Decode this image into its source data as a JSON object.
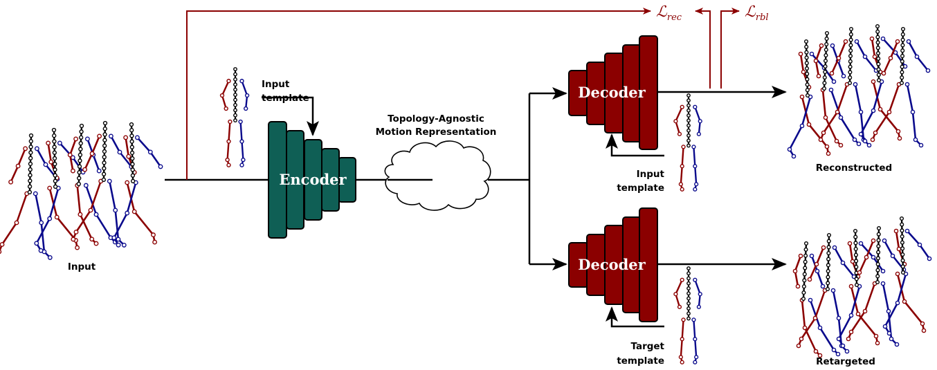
{
  "labels": {
    "input": "Input",
    "input_template_enc": [
      "Input",
      "template"
    ],
    "representation": [
      "Topology-Agnostic",
      "Motion Representation"
    ],
    "encoder": "Encoder",
    "decoder_top": "Decoder",
    "decoder_bottom": "Decoder",
    "input_template_dec": [
      "Input",
      "template"
    ],
    "target_template": [
      "Target",
      "template"
    ],
    "reconstructed": "Reconstructed",
    "retargeted": "Retargeted"
  },
  "losses": {
    "rec": {
      "symbol": "ℒ",
      "subscript": "rec"
    },
    "rbl": {
      "symbol": "ℒ",
      "subscript": "rbl"
    }
  },
  "colors": {
    "encoder": "#0f5f55",
    "decoder": "#8b0000",
    "left_limb": "#8b0000",
    "right_limb": "#0a0a8c",
    "spine": "#000000",
    "loss": "#8b0000"
  }
}
